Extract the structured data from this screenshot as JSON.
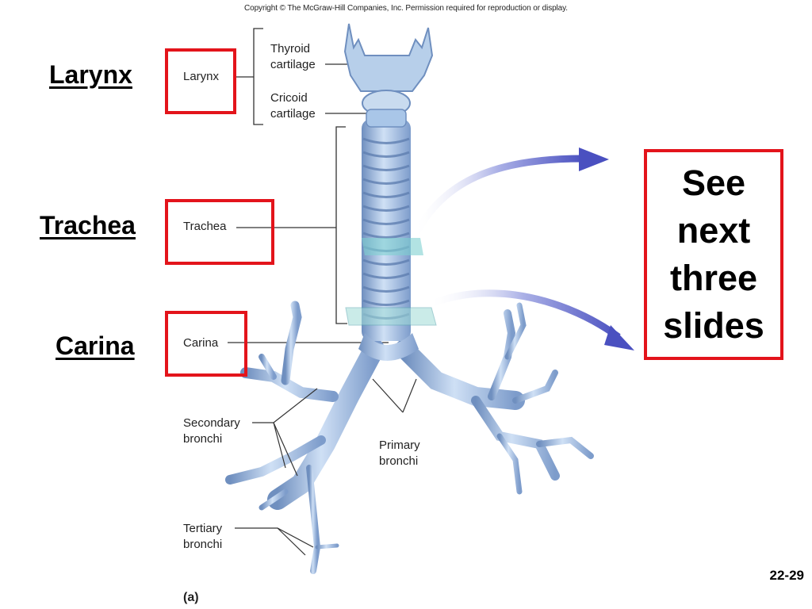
{
  "copyright": "Copyright © The McGraw-Hill Companies, Inc. Permission required for reproduction or display.",
  "side_labels": {
    "larynx": "Larynx",
    "trachea": "Trachea",
    "carina": "Carina"
  },
  "diagram_labels": {
    "larynx": "Larynx",
    "thyroid": [
      "Thyroid",
      "cartilage"
    ],
    "cricoid": [
      "Cricoid",
      "cartilage"
    ],
    "trachea": "Trachea",
    "carina": "Carina",
    "secondary": [
      "Secondary",
      "bronchi"
    ],
    "primary": [
      "Primary",
      "bronchi"
    ],
    "tertiary": [
      "Tertiary",
      "bronchi"
    ]
  },
  "callout": [
    "See",
    "next",
    "three",
    "slides"
  ],
  "slide_number": "22-29",
  "figure_letter": "(a)",
  "colors": {
    "highlight_box": "#e3141b",
    "arrow": "#5a5fc8",
    "airway": "#a9c6e8",
    "airway_dark": "#6f8fbf"
  }
}
